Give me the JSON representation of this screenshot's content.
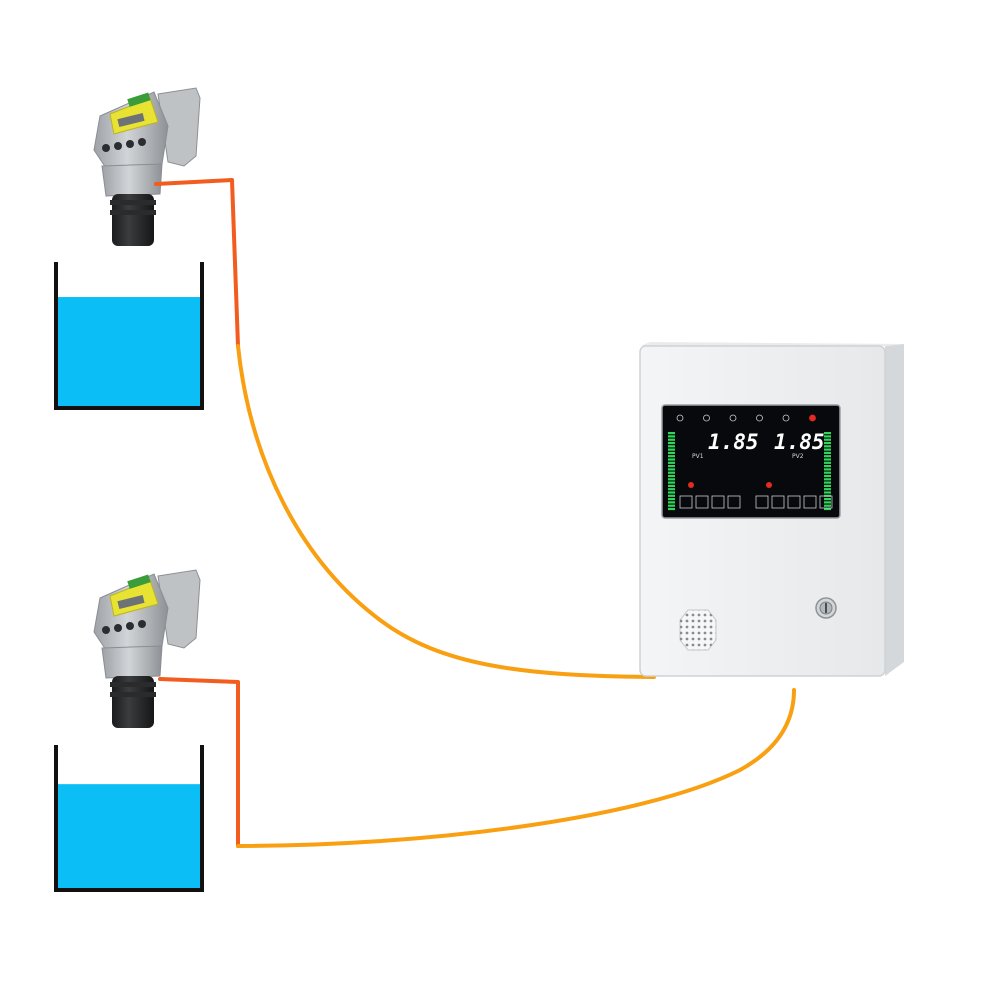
{
  "colors": {
    "water": "#0bbff6",
    "cable_near_sensor": "#f25c1e",
    "cable_main": "#f9a012",
    "panel_face": "#eef0f2",
    "display_bg": "#07090c",
    "display_digits": "#ffffff",
    "bargraph_green": "#2fd65a",
    "alarm_red": "#e52a20",
    "sensor_yellow": "#e8e233",
    "sensor_body": "#b9bcbf"
  },
  "icons": [
    "ultrasonic-sensor-icon",
    "tank-icon",
    "speaker-grille-icon",
    "key-lock-icon",
    "indicator-led-icon"
  ],
  "controller": {
    "display": {
      "pv1": {
        "value": "1.85",
        "label": "PV1"
      },
      "pv2": {
        "value": "1.85",
        "label": "PV2"
      },
      "led_count": 6,
      "active_led_index": 5
    }
  },
  "tanks": [
    {
      "id": "tank-1",
      "fill_fraction": 0.76
    },
    {
      "id": "tank-2",
      "fill_fraction": 0.73
    }
  ]
}
